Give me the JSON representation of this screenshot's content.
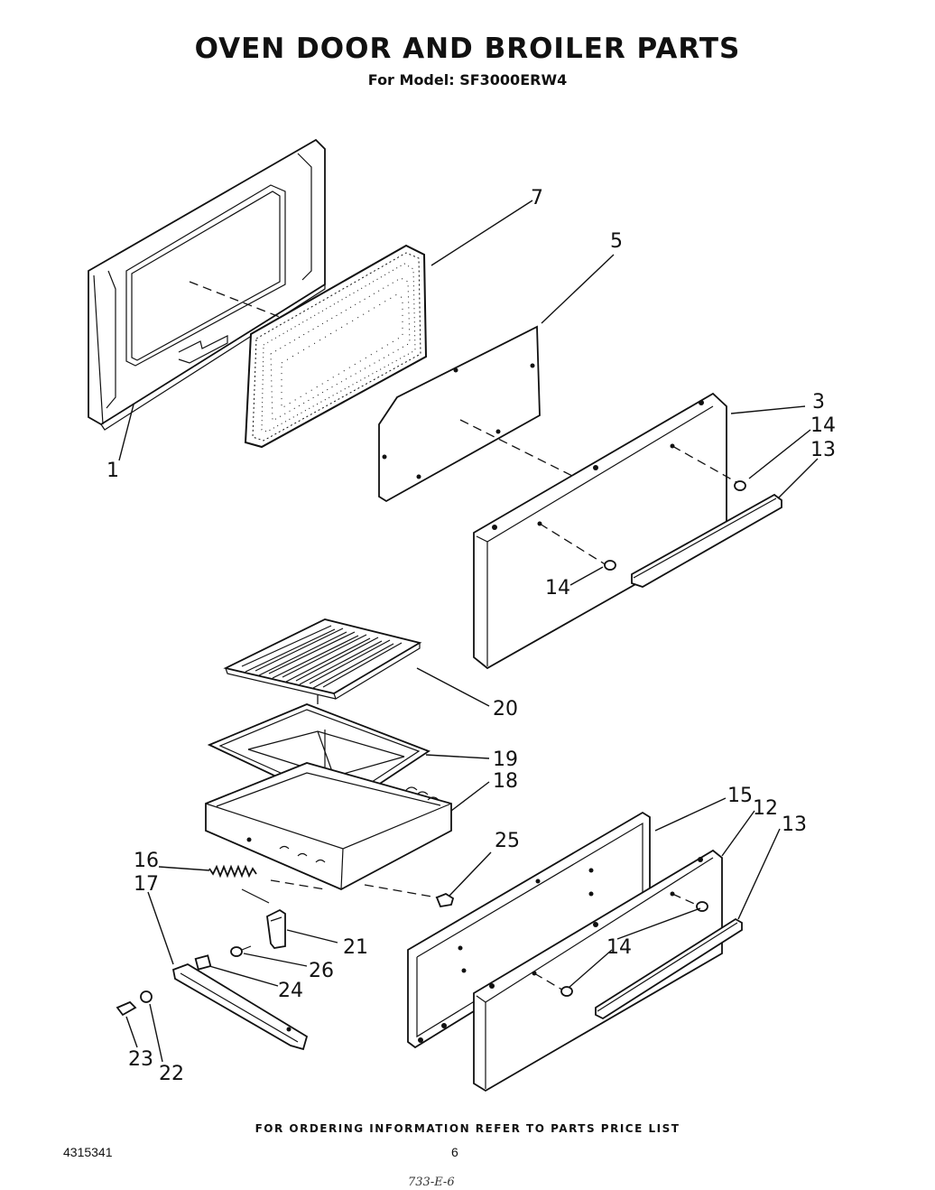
{
  "header": {
    "title": "OVEN DOOR AND BROILER PARTS",
    "model_label": "For Model:",
    "model_number": "SF3000ERW4"
  },
  "callouts": {
    "c1": "1",
    "c3": "3",
    "c5": "5",
    "c7": "7",
    "c12": "12",
    "c13a": "13",
    "c13b": "13",
    "c14a": "14",
    "c14b": "14",
    "c14c": "14",
    "c15": "15",
    "c16": "16",
    "c17": "17",
    "c18": "18",
    "c19": "19",
    "c20": "20",
    "c21": "21",
    "c22": "22",
    "c23": "23",
    "c24": "24",
    "c25": "25",
    "c26": "26"
  },
  "footer": {
    "ordering_note": "FOR ORDERING INFORMATION REFER TO PARTS PRICE LIST",
    "doc_number": "4315341",
    "page_number": "6",
    "scrawl": "733-E-6"
  }
}
